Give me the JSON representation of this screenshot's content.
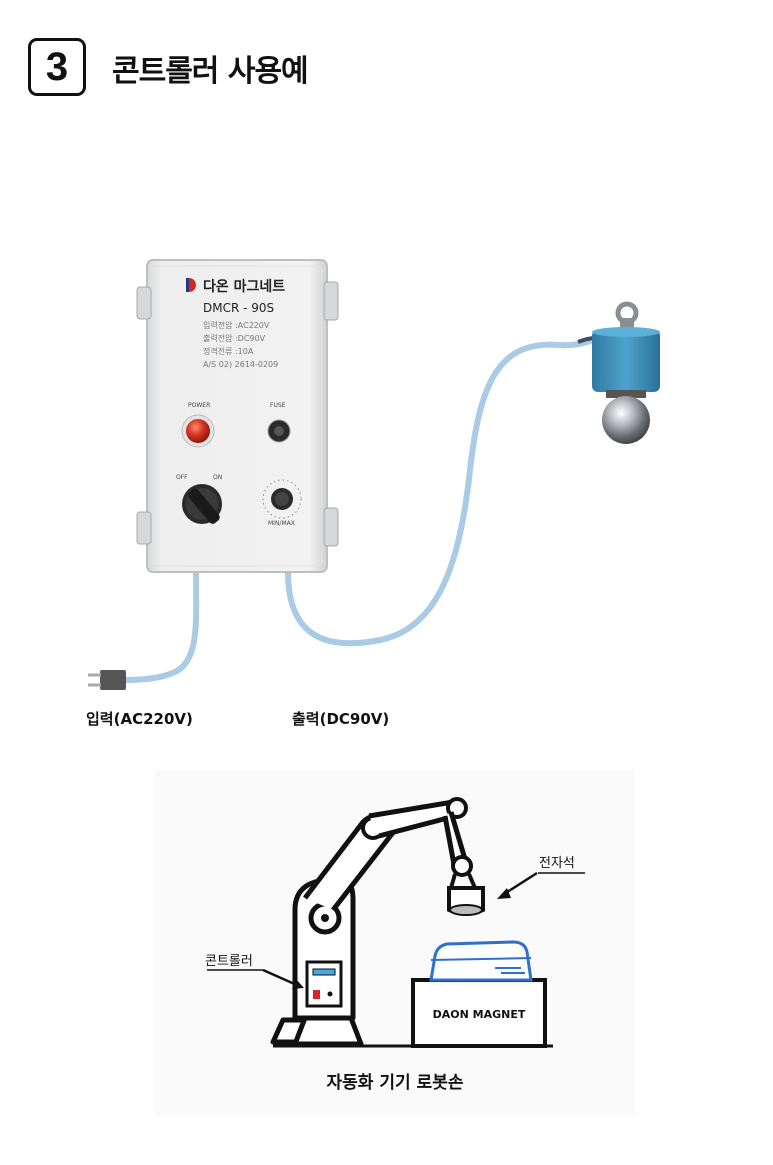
{
  "header": {
    "number": "3",
    "title": "콘트롤러 사용예"
  },
  "controller": {
    "brand": "다온 마그네트",
    "model": "DMCR - 90S",
    "specs": [
      "입력전압 :AC220V",
      "출력전압 :DC90V",
      "정격전류 :10A",
      "A/S 02) 2614-0209"
    ],
    "power_label": "POWER",
    "fuse_label": "FUSE",
    "off_label": "OFF",
    "on_label": "ON",
    "dial_label": "MIN/MAX"
  },
  "captions": {
    "input": "입력(AC220V)",
    "output": "출력(DC90V)"
  },
  "robot": {
    "electromagnet_label": "전자석",
    "controller_label": "콘트롤러",
    "box_label": "DAON MAGNET",
    "title": "자동화 기기 로봇손"
  },
  "colors": {
    "cable": "#a9cbe6",
    "cable_dark": "#7aa7cf",
    "magnet_body": "#3d8fb8",
    "lamp": "#c8281e",
    "box_blue": "#2f6fd0"
  }
}
